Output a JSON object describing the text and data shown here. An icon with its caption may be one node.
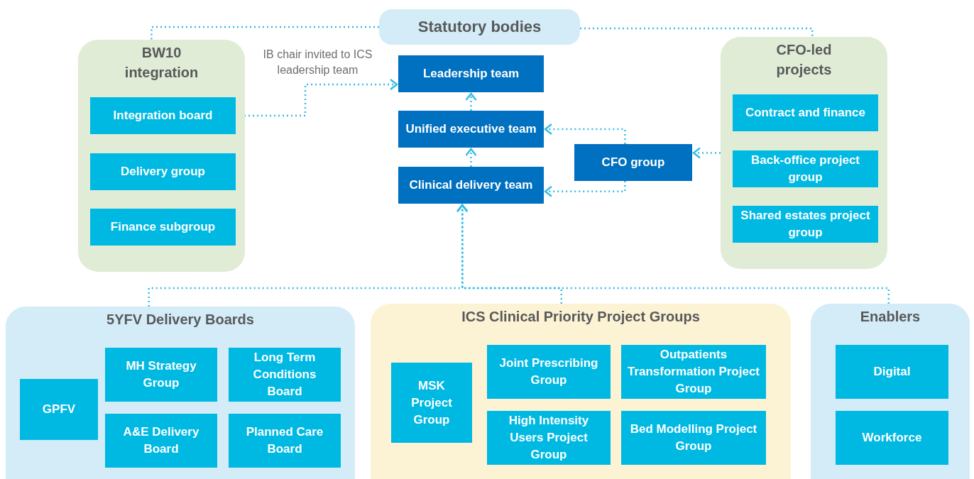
{
  "diagram": {
    "nodes": [
      {
        "text": [
          "Statutory bodies"
        ]
      },
      {
        "text": [
          "BW10 integration"
        ]
      },
      {
        "text": [
          "Integration board"
        ],
        "in": 1
      },
      {
        "text": [
          "Delivery group"
        ],
        "in": 1
      },
      {
        "text": [
          "Finance subgroup"
        ],
        "in": 1
      },
      {
        "text": [
          "Leadership team"
        ]
      },
      {
        "text": [
          "Unified executive team"
        ]
      },
      {
        "text": [
          "Clinical delivery team"
        ]
      },
      {
        "text": [
          "CFO group"
        ]
      },
      {
        "text": [
          "CFO-led projects"
        ]
      },
      {
        "text": [
          "Contract and finance"
        ],
        "in": 9
      },
      {
        "text": [
          "Back-office project group"
        ],
        "in": 9
      },
      {
        "text": [
          "Shared estates project group"
        ],
        "in": 9
      },
      {
        "text": [
          "5YFV Delivery Boards"
        ]
      },
      {
        "text": [
          "GPFV"
        ],
        "in": 13
      },
      {
        "text": [
          "MH Strategy Group"
        ],
        "in": 13
      },
      {
        "text": [
          "Long Term Conditions Board"
        ],
        "in": 13
      },
      {
        "text": [
          "A&E Delivery Board"
        ],
        "in": 13
      },
      {
        "text": [
          "Planned Care Board"
        ],
        "in": 13
      },
      {
        "text": [
          "ICS Clinical Priority Project Groups"
        ]
      },
      {
        "text": [
          "MSK Project Group"
        ],
        "in": 19
      },
      {
        "text": [
          "Joint Prescribing Group"
        ],
        "in": 19
      },
      {
        "text": [
          "Outpatients Transformation Project Group"
        ],
        "in": 19
      },
      {
        "text": [
          "High Intensity Users Project Group"
        ],
        "in": 19
      },
      {
        "text": [
          "Bed Modelling Project Group"
        ],
        "in": 19
      },
      {
        "text": [
          "Enablers"
        ]
      },
      {
        "text": [
          "Digital"
        ],
        "in": 25
      },
      {
        "text": [
          "Workforce"
        ],
        "in": 25
      }
    ],
    "edges": [
      {
        "from": 0,
        "to": 1,
        "arrow": "none"
      },
      {
        "from": 0,
        "to": 9,
        "arrow": "none"
      },
      {
        "from": 2,
        "to": 5,
        "arrow": "to",
        "label": "IB chair invited to ICS leadership team"
      },
      {
        "from": 6,
        "to": 5,
        "arrow": "to"
      },
      {
        "from": 7,
        "to": 6,
        "arrow": "to"
      },
      {
        "from": 8,
        "to": 6,
        "arrow": "to"
      },
      {
        "from": 8,
        "to": 7,
        "arrow": "to"
      },
      {
        "from": 9,
        "to": 8,
        "arrow": "to"
      },
      {
        "from": 13,
        "to": 7,
        "arrow": "to"
      },
      {
        "from": 19,
        "to": 7,
        "arrow": "to"
      },
      {
        "from": 25,
        "to": 7,
        "arrow": "to"
      }
    ]
  }
}
